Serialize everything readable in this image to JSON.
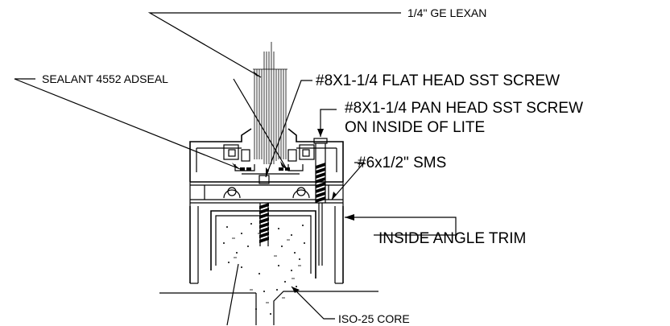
{
  "labels": {
    "lexan": "1/4\"  GE LEXAN",
    "sealant": "SEALANT 4552 ADSEAL",
    "flat_screw": "#8X1-1/4 FLAT HEAD SST SCREW",
    "pan_screw_line1": "#8X1-1/4 PAN HEAD SST SCREW",
    "pan_screw_line2": "ON INSIDE OF LITE",
    "sms": "#6x1/2\" SMS",
    "angle_trim": "INSIDE ANGLE TRIM",
    "core": "ISO-25 CORE"
  }
}
